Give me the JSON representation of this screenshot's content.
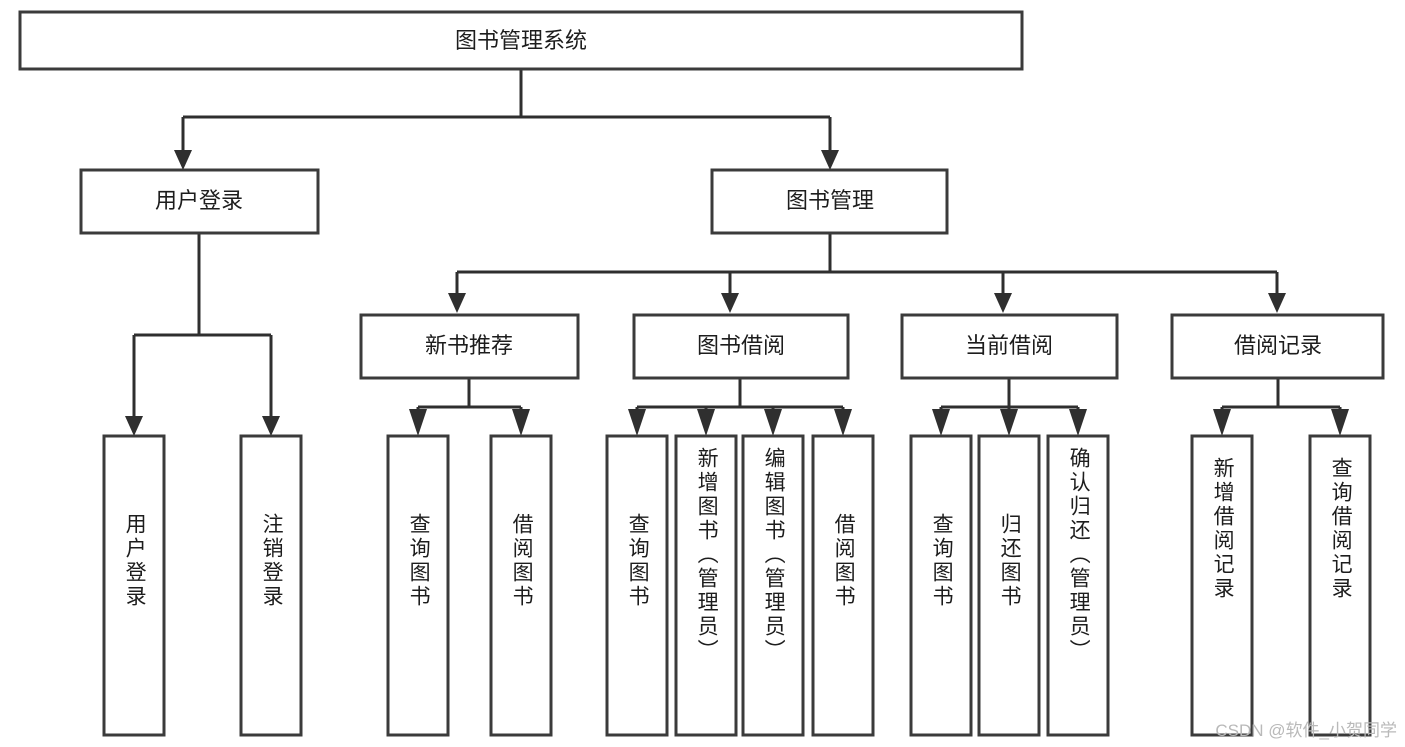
{
  "diagram": {
    "title_node": {
      "label": "图书管理系统"
    },
    "level1": [
      {
        "id": "user-login",
        "label": "用户登录"
      },
      {
        "id": "book-manage",
        "label": "图书管理"
      }
    ],
    "level2": [
      {
        "id": "new-book-recommend",
        "label": "新书推荐",
        "parent": "book-manage"
      },
      {
        "id": "book-borrow",
        "label": "图书借阅",
        "parent": "book-manage"
      },
      {
        "id": "current-borrow",
        "label": "当前借阅",
        "parent": "book-manage"
      },
      {
        "id": "borrow-record",
        "label": "借阅记录",
        "parent": "book-manage"
      }
    ],
    "leaves": [
      {
        "id": "leaf-user-login",
        "label": "用户登录",
        "parent": "user-login"
      },
      {
        "id": "leaf-logout",
        "label": "注销登录",
        "parent": "user-login"
      },
      {
        "id": "leaf-query-book-1",
        "label": "查询图书",
        "parent": "new-book-recommend"
      },
      {
        "id": "leaf-borrow-book-1",
        "label": "借阅图书",
        "parent": "new-book-recommend"
      },
      {
        "id": "leaf-query-book-2",
        "label": "查询图书",
        "parent": "book-borrow"
      },
      {
        "id": "leaf-add-book",
        "label": "新增图书（管理员）",
        "parent": "book-borrow"
      },
      {
        "id": "leaf-edit-book",
        "label": "编辑图书（管理员）",
        "parent": "book-borrow"
      },
      {
        "id": "leaf-borrow-book-2",
        "label": "借阅图书",
        "parent": "book-borrow"
      },
      {
        "id": "leaf-query-book-3",
        "label": "查询图书",
        "parent": "current-borrow"
      },
      {
        "id": "leaf-return-book",
        "label": "归还图书",
        "parent": "current-borrow"
      },
      {
        "id": "leaf-confirm-return",
        "label": "确认归还（管理员）",
        "parent": "current-borrow"
      },
      {
        "id": "leaf-add-record",
        "label": "新增借阅记录",
        "parent": "borrow-record"
      },
      {
        "id": "leaf-query-record",
        "label": "查询借阅记录",
        "parent": "borrow-record"
      }
    ],
    "colors": {
      "box_stroke": "#3b3b3b",
      "box_fill": "#ffffff",
      "connector": "#2f2f2f",
      "text": "#1d1d1d",
      "background": "#ffffff",
      "watermark": "#b9b9b9"
    }
  },
  "watermark": {
    "text": "CSDN @软件_小贺同学"
  }
}
